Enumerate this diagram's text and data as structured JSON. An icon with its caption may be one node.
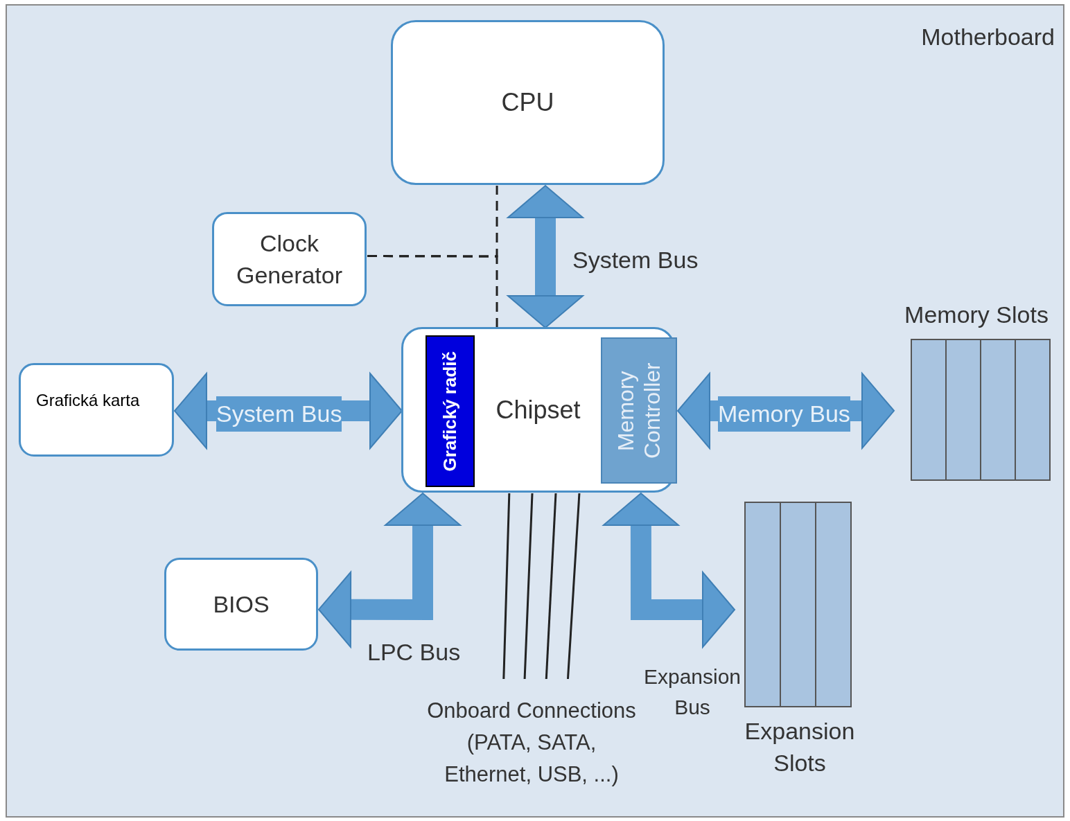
{
  "diagram": {
    "nodes": [
      {
        "text": [
          "Motherboard"
        ]
      },
      {
        "text": [
          "CPU"
        ],
        "in": 0
      },
      {
        "text": [
          "Clock Generator"
        ],
        "in": 0
      },
      {
        "text": [
          "Chipset"
        ],
        "in": 0
      },
      {
        "text": [
          "Grafický radič"
        ],
        "in": 3
      },
      {
        "text": [
          "Memory Controller"
        ],
        "in": 3
      },
      {
        "text": [
          "Grafická karta"
        ],
        "in": 0
      },
      {
        "text": [
          "Memory Slots"
        ],
        "in": 0
      },
      {
        "text": [
          "BIOS"
        ],
        "in": 0
      },
      {
        "text": [
          "Expansion Slots"
        ],
        "in": 0
      },
      {
        "text": [
          "Onboard Connections (PATA, SATA, Ethernet, USB, ...)"
        ],
        "in": 0
      }
    ],
    "edges": [
      {
        "from": 2,
        "to": 1,
        "arrow": "none",
        "style": "dashed"
      },
      {
        "from": 2,
        "to": 3,
        "arrow": "none",
        "style": "dashed"
      },
      {
        "from": 1,
        "to": 3,
        "arrow": "both",
        "style": "thick",
        "color": "#5b9bd0",
        "label": "System Bus"
      },
      {
        "from": 6,
        "to": 3,
        "arrow": "both",
        "style": "thick",
        "color": "#5b9bd0",
        "label": "System Bus"
      },
      {
        "from": 5,
        "to": 7,
        "arrow": "both",
        "style": "thick",
        "color": "#5b9bd0",
        "label": "Memory Bus"
      },
      {
        "from": 8,
        "to": 3,
        "arrow": "both",
        "style": "thick",
        "color": "#5b9bd0",
        "label": "LPC Bus"
      },
      {
        "from": 3,
        "to": 9,
        "arrow": "both",
        "style": "thick",
        "color": "#5b9bd0",
        "label": "Expansion Bus"
      },
      {
        "from": 3,
        "to": 10,
        "arrow": "none"
      },
      {
        "from": 3,
        "to": 10,
        "arrow": "none"
      },
      {
        "from": 3,
        "to": 10,
        "arrow": "none"
      },
      {
        "from": 3,
        "to": 10,
        "arrow": "none"
      }
    ]
  }
}
